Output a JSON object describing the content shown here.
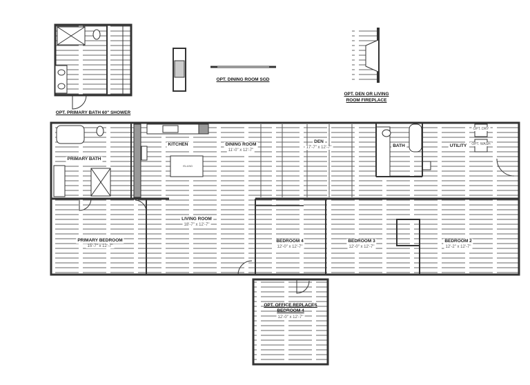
{
  "options": {
    "primary_bath_shower": "OPT. PRIMARY BATH 60\" SHOWER",
    "dining_sgd": "OPT. DINING ROOM SGD",
    "fireplace_line1": "OPT. DEN OR LIVING",
    "fireplace_line2": "ROOM FIREPLACE",
    "office_line1": "OPT. OFFICE REPLACES",
    "office_line2": "BEDROOM 4",
    "office_dim": "12'-0\" x 12'-7\""
  },
  "rooms": {
    "kitchen": {
      "name": "KITCHEN"
    },
    "dining": {
      "name": "DINING ROOM",
      "dim": "11'-0\" x 12'-7\""
    },
    "den": {
      "name": "DEN",
      "dim": "17'-7\" x 12'-7\""
    },
    "bath": {
      "name": "BATH"
    },
    "utility": {
      "name": "UTILITY"
    },
    "primary_bath": {
      "name": "PRIMARY BATH"
    },
    "primary_bedroom": {
      "name": "PRIMARY BEDROOM",
      "dim": "15'-7\" x 12'-7\""
    },
    "living": {
      "name": "LIVING ROOM",
      "dim": "18'-7\" x 12'-7\""
    },
    "bedroom4": {
      "name": "BEDROOM 4",
      "dim": "12'-0\" x 12'-7\""
    },
    "bedroom3": {
      "name": "BEDROOM 3",
      "dim": "12'-0\" x 12'-7\""
    },
    "bedroom2": {
      "name": "BEDROOM 2",
      "dim": "12'-2\" x 12'-7\""
    }
  },
  "fixtures": {
    "opt_dry": "OPT. DRY",
    "opt_wash": "OPT. WASH",
    "island": "ISLAND"
  },
  "colors": {
    "wall": "#333333",
    "hatch": "#555555"
  }
}
